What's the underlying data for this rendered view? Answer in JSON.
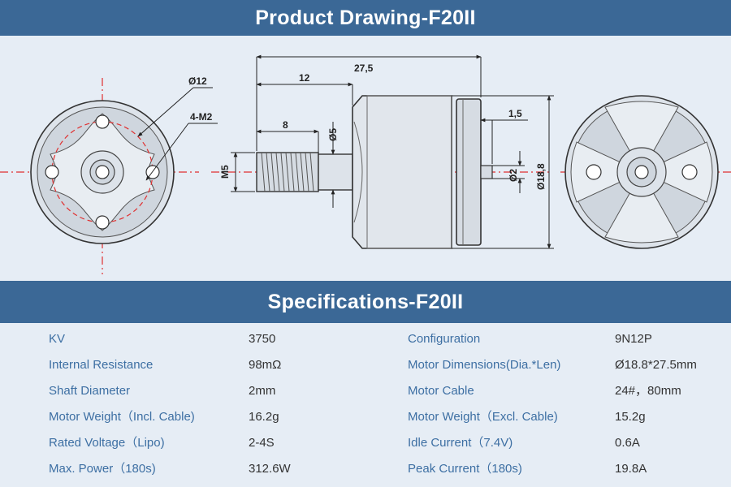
{
  "drawing": {
    "title": "Product Drawing-F20II",
    "dims": {
      "total_length": "27,5",
      "body_offset": "12",
      "thread_length": "8",
      "shaft_dia_base": "Ø5",
      "thread": "M5",
      "front_step": "1,5",
      "shaft_dia": "Ø2",
      "body_dia": "Ø18,8",
      "pcd": "Ø12",
      "holes": "4-M2"
    }
  },
  "specs": {
    "title": "Specifications-F20II",
    "rows": [
      {
        "l1": "KV",
        "v1": "3750",
        "l2": "Configuration",
        "v2": "9N12P"
      },
      {
        "l1": "Internal Resistance",
        "v1": "98mΩ",
        "l2": "Motor Dimensions(Dia.*Len)",
        "v2": "Ø18.8*27.5mm"
      },
      {
        "l1": "Shaft Diameter",
        "v1": "2mm",
        "l2": "Motor Cable",
        "v2": "24#，80mm"
      },
      {
        "l1": "Motor Weight（Incl. Cable)",
        "v1": "16.2g",
        "l2": "Motor Weight（Excl. Cable)",
        "v2": "15.2g"
      },
      {
        "l1": "Rated Voltage（Lipo)",
        "v1": "2-4S",
        "l2": "Idle Current（7.4V)",
        "v2": "0.6A"
      },
      {
        "l1": "Max. Power（180s)",
        "v1": "312.6W",
        "l2": "Peak Current（180s)",
        "v2": "19.8A"
      }
    ]
  }
}
